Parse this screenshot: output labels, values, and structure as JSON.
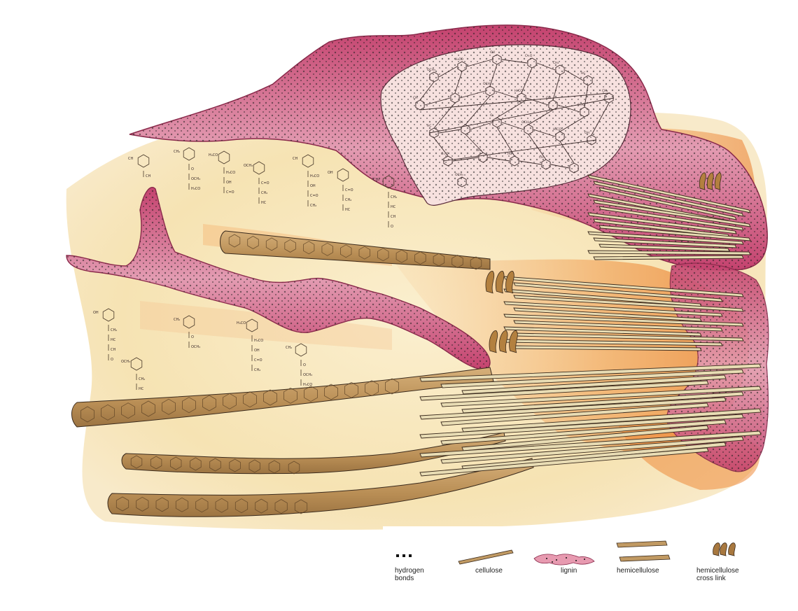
{
  "legend": {
    "items": [
      {
        "id": "hydrogen-bonds",
        "label": "hydrogen\nbonds"
      },
      {
        "id": "cellulose",
        "label": "cellulose"
      },
      {
        "id": "lignin",
        "label": "lignin"
      },
      {
        "id": "hemicellulose",
        "label": "hemicellulose"
      },
      {
        "id": "hemicellulose-cross-link",
        "label": "hemicellulose\ncross link"
      }
    ]
  },
  "colors": {
    "lignin": "#c2456e",
    "lignin_light": "#f0c6d0",
    "lignin_core": "#f7e4e2",
    "cellulose": "#c19a63",
    "cellulose_dark": "#8a6a3a",
    "hemicellulose": "#e8dcb4",
    "background_wash": "#f6e7bf",
    "orange_wash": "#f0a257",
    "outline": "#3a2a1c",
    "dots": "#222222"
  },
  "chemistry": {
    "ring_labels": [
      "OCH₃",
      "H₃CO",
      "OH",
      "C=O",
      "CH₂",
      "HC",
      "CH",
      "O"
    ]
  }
}
